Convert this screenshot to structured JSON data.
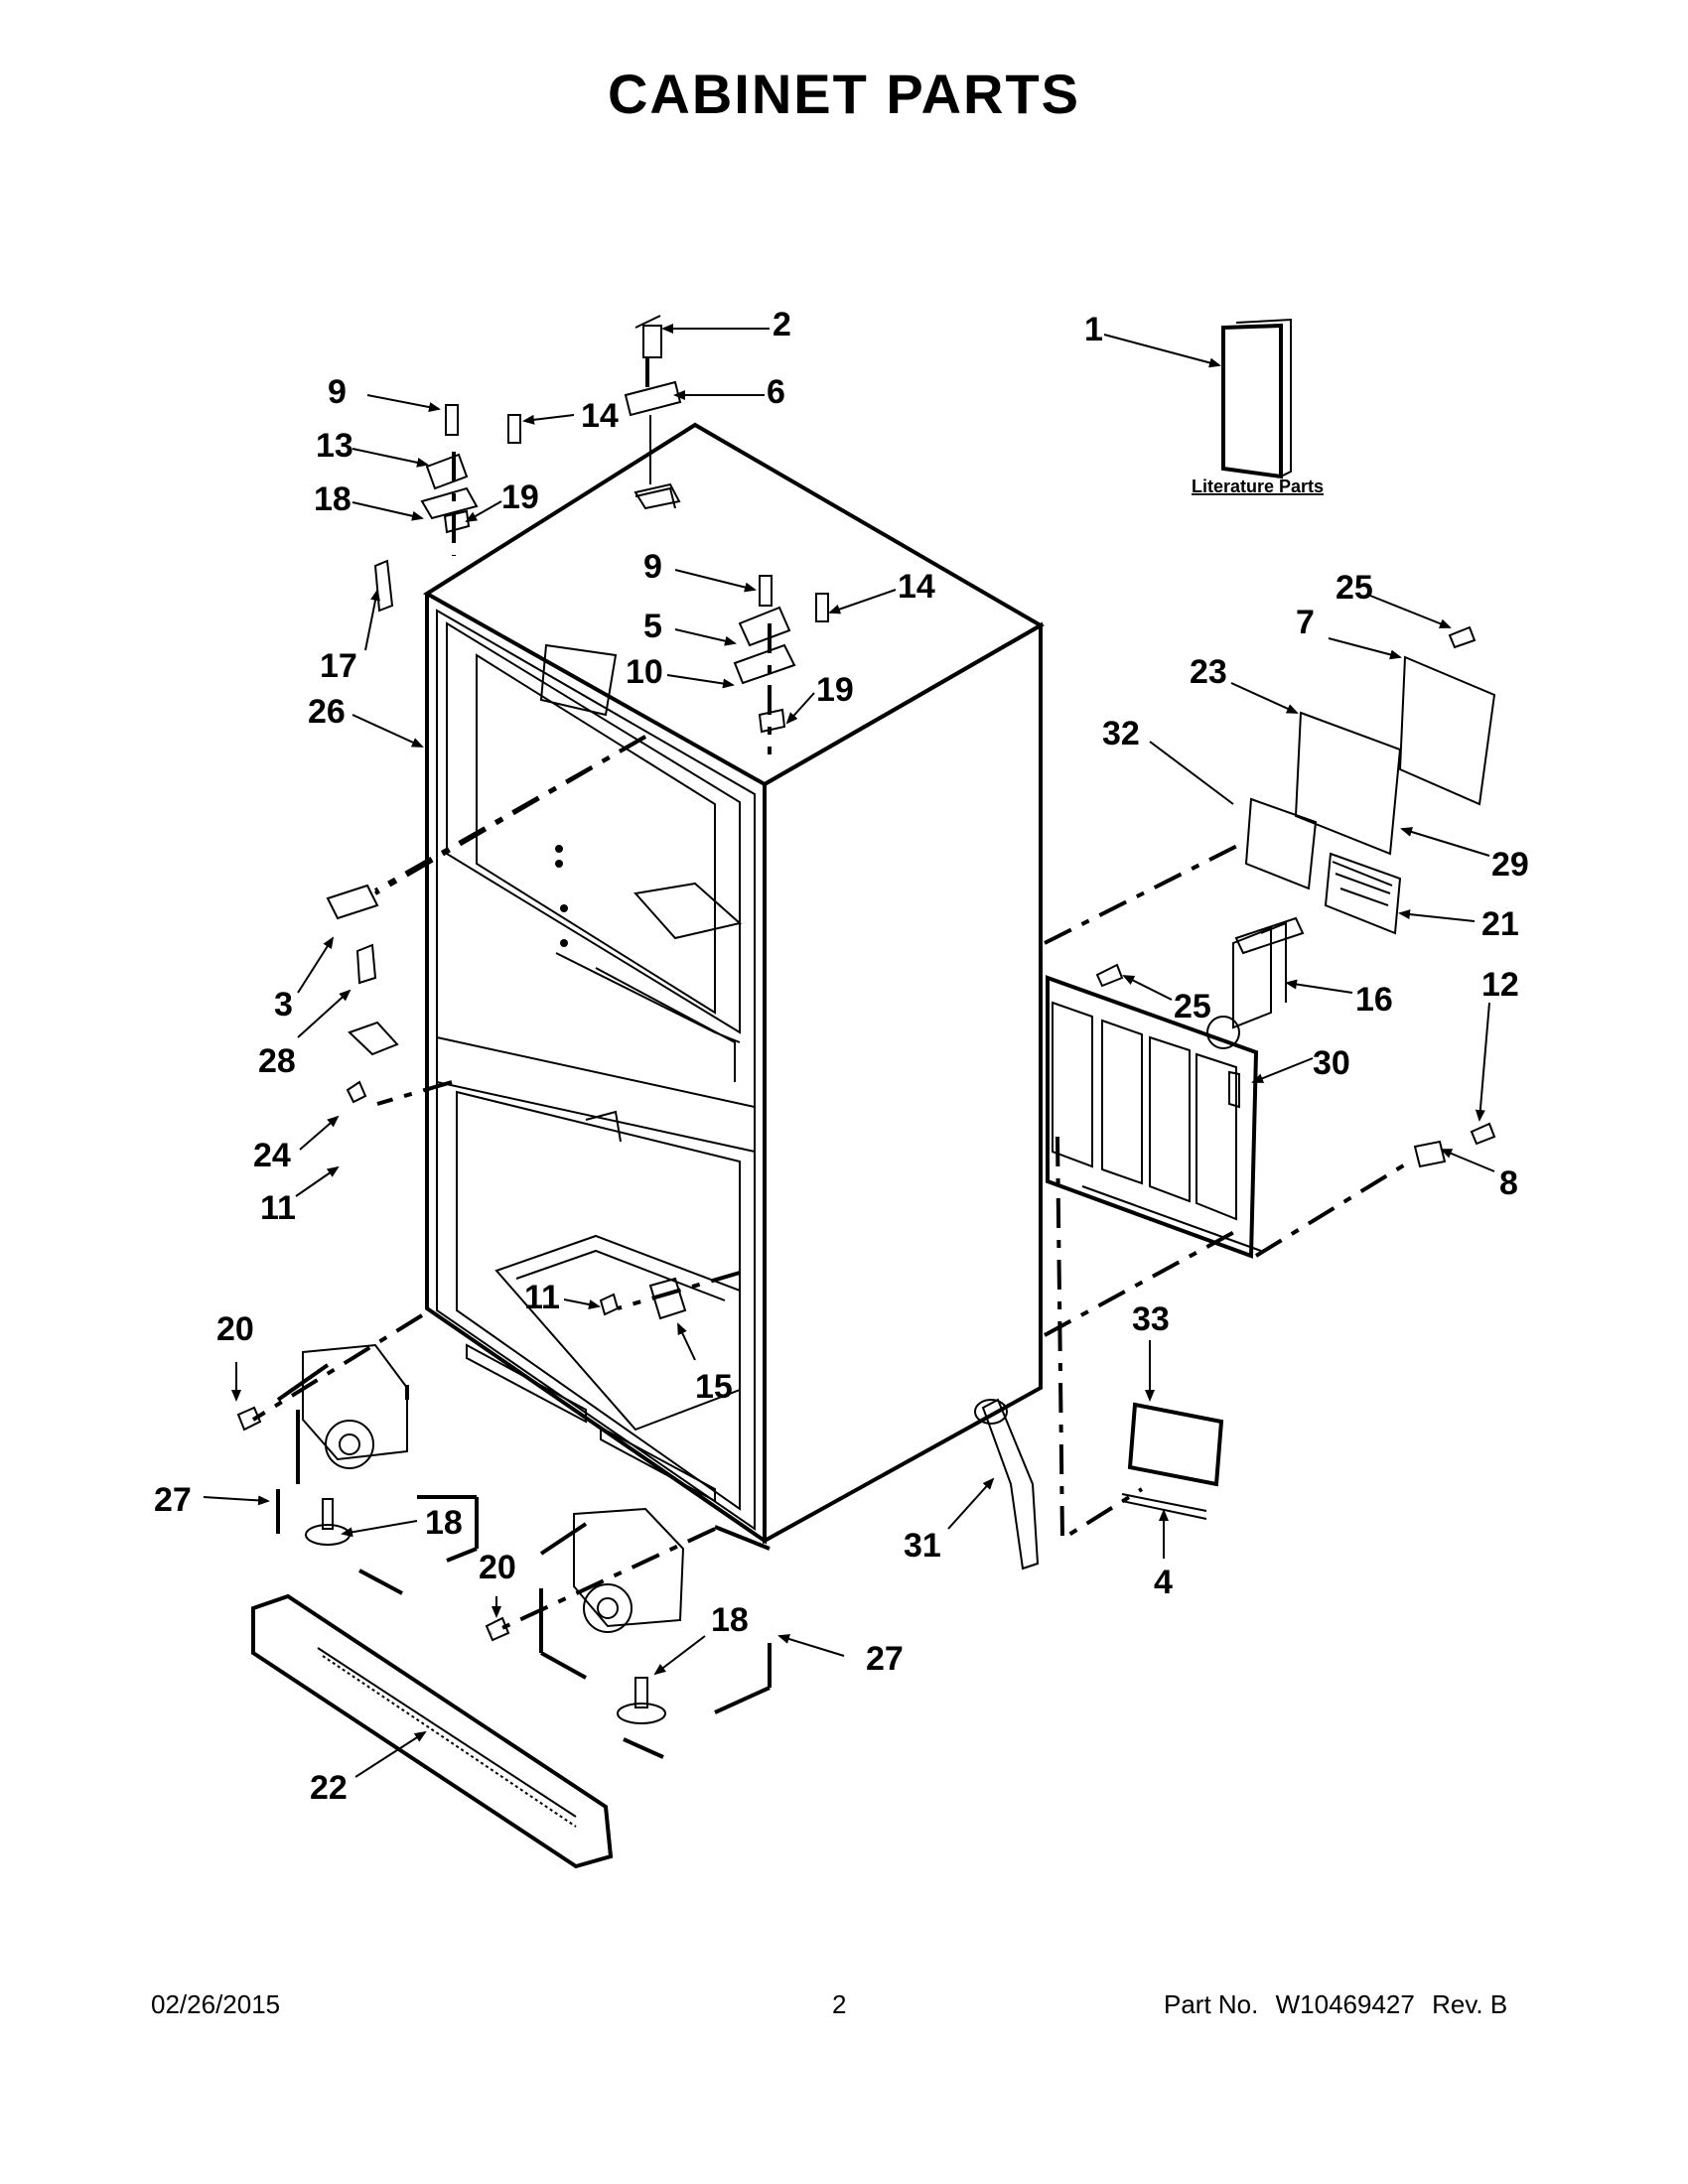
{
  "title": "CABINET PARTS",
  "literature_label": "Literature Parts",
  "callouts": {
    "c1": "1",
    "c2": "2",
    "c3": "3",
    "c4": "4",
    "c5": "5",
    "c6": "6",
    "c7": "7",
    "c8": "8",
    "c9a": "9",
    "c9b": "9",
    "c10": "10",
    "c11a": "11",
    "c11b": "11",
    "c12": "12",
    "c13": "13",
    "c14a": "14",
    "c14b": "14",
    "c15": "15",
    "c16": "16",
    "c17": "17",
    "c18a": "18",
    "c18b": "18",
    "c18c": "18",
    "c19a": "19",
    "c19b": "19",
    "c20a": "20",
    "c20b": "20",
    "c21": "21",
    "c22": "22",
    "c23": "23",
    "c24": "24",
    "c25a": "25",
    "c25b": "25",
    "c26": "26",
    "c27a": "27",
    "c27b": "27",
    "c28": "28",
    "c29": "29",
    "c30": "30",
    "c31": "31",
    "c32": "32",
    "c33": "33"
  },
  "footer": {
    "date": "02/26/2015",
    "page_number": "2",
    "part_label": "Part No.",
    "part_number": "W10469427",
    "revision": "Rev. B"
  }
}
